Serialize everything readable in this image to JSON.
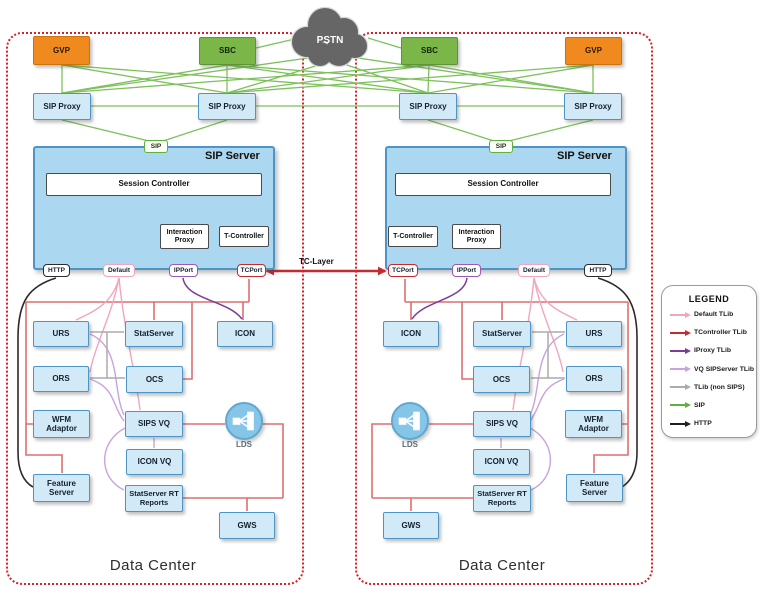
{
  "pstn": {
    "label": "PSTN"
  },
  "tc_layer": {
    "label": "TC-Layer"
  },
  "data_centers": {
    "left": {
      "label": "Data Center",
      "gvp": "GVP",
      "sbc": "SBC",
      "sip_proxy_a": "SIP Proxy",
      "sip_proxy_b": "SIP Proxy",
      "sip_server": {
        "title": "SIP Server",
        "sip_badge": "SIP",
        "session_controller": "Session Controller",
        "interaction_proxy": "Interaction Proxy",
        "t_controller": "T-Controller",
        "ports": {
          "http": "HTTP",
          "default": "Default",
          "ipport": "IPPort",
          "tcport": "TCPort"
        }
      },
      "nodes": {
        "urs": "URS",
        "statserver": "StatServer",
        "icon": "ICON",
        "ors": "ORS",
        "ocs": "OCS",
        "wfm_adaptor": "WFM Adaptor",
        "sips_vq": "SIPS VQ",
        "lds": "LDS",
        "icon_vq": "ICON VQ",
        "statserver_rt": "StatServer RT Reports",
        "feature_server": "Feature Server",
        "gws": "GWS"
      }
    },
    "right": {
      "label": "Data Center",
      "gvp": "GVP",
      "sbc": "SBC",
      "sip_proxy_a": "SIP Proxy",
      "sip_proxy_b": "SIP Proxy",
      "sip_server": {
        "title": "SIP Server",
        "sip_badge": "SIP",
        "session_controller": "Session Controller",
        "interaction_proxy": "Interaction Proxy",
        "t_controller": "T-Controller",
        "ports": {
          "http": "HTTP",
          "default": "Default",
          "ipport": "IPPort",
          "tcport": "TCPort"
        }
      },
      "nodes": {
        "urs": "URS",
        "statserver": "StatServer",
        "icon": "ICON",
        "ors": "ORS",
        "ocs": "OCS",
        "wfm_adaptor": "WFM Adaptor",
        "sips_vq": "SIPS VQ",
        "lds": "LDS",
        "icon_vq": "ICON VQ",
        "statserver_rt": "StatServer RT Reports",
        "feature_server": "Feature Server",
        "gws": "GWS"
      }
    }
  },
  "legend": {
    "title": "LEGEND",
    "items": [
      {
        "label": "Default TLib",
        "color": "#F2A5BC"
      },
      {
        "label": "TController TLib",
        "color": "#C42A2F"
      },
      {
        "label": "IProxy TLib",
        "color": "#7D3C98"
      },
      {
        "label": "VQ SIPServer TLib",
        "color": "#C9A3DB"
      },
      {
        "label": "TLib (non SIPS)",
        "color": "#ABABAB"
      },
      {
        "label": "SIP",
        "color": "#5EB13C"
      },
      {
        "label": "HTTP",
        "color": "#1F1F1F"
      }
    ]
  }
}
